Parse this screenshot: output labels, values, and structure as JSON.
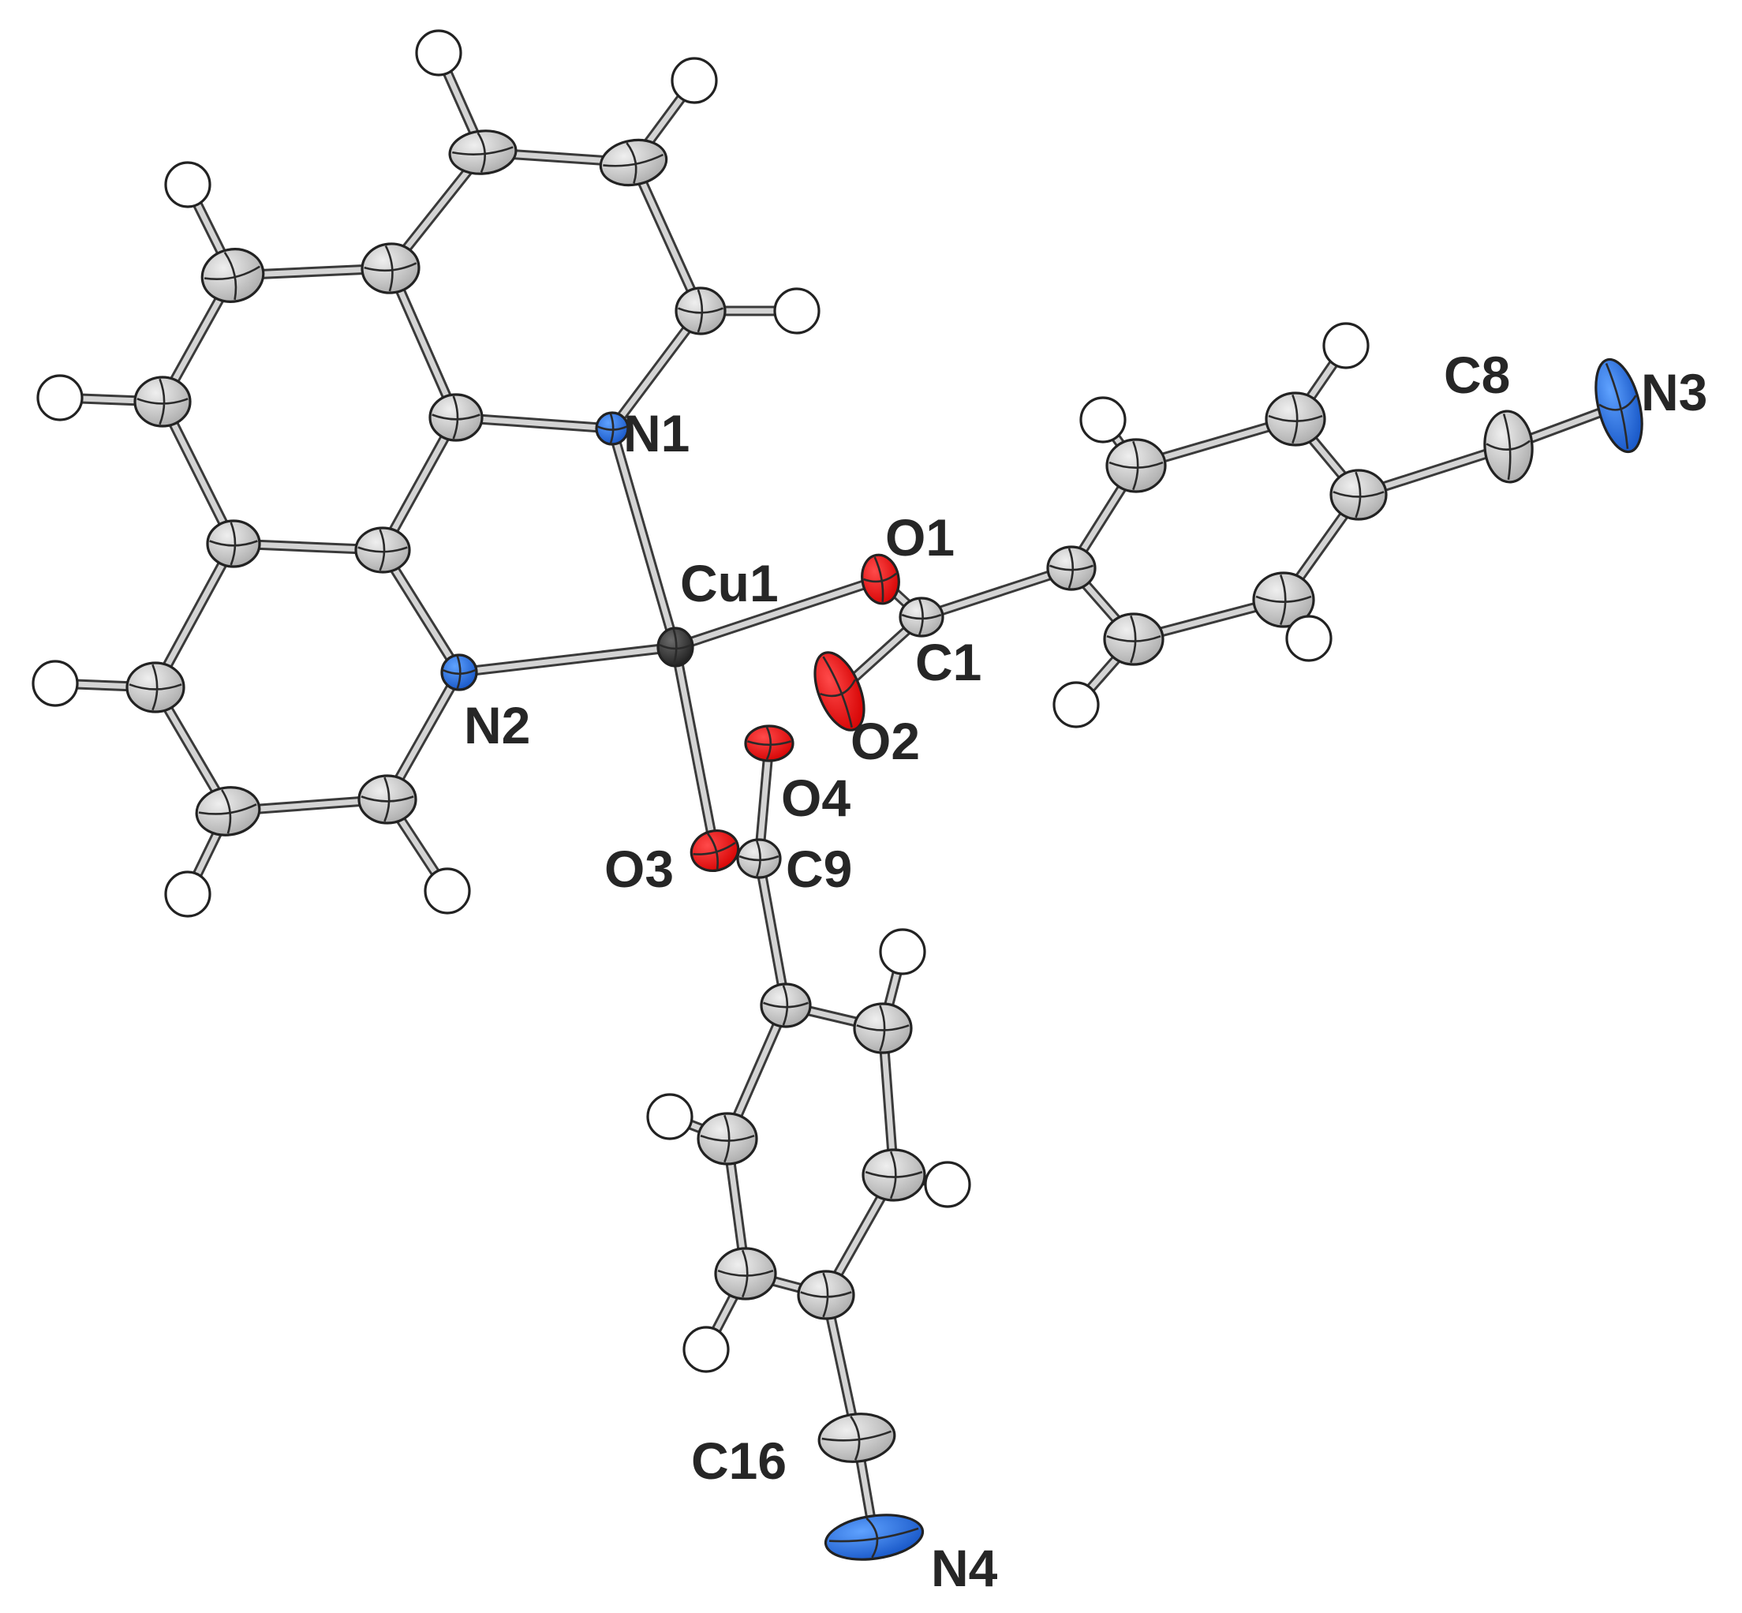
{
  "figure": {
    "atom_labels": {
      "Cu1": "Cu1",
      "N1": "N1",
      "N2": "N2",
      "N3": "N3",
      "N4": "N4",
      "O1": "O1",
      "O2": "O2",
      "O3": "O3",
      "O4": "O4",
      "C1": "C1",
      "C8": "C8",
      "C9": "C9",
      "C16": "C16"
    },
    "element_colors": {
      "Cu": "#3c3c3c",
      "N": "#1f6fe0",
      "O": "#ee1111",
      "C": "#c9c9c9",
      "H": "#ffffff"
    }
  }
}
